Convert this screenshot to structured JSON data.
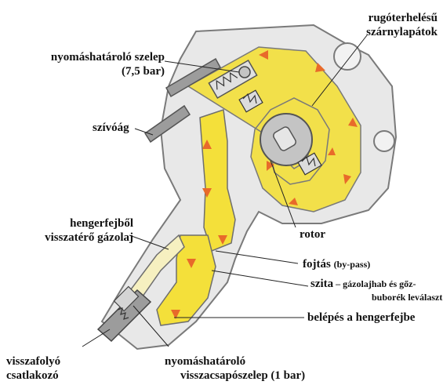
{
  "labels": {
    "spring_vanes": [
      "rugóterhelésű",
      "szárnylapátok"
    ],
    "pressure_valve": [
      "nyomáshatároló szelep",
      "(7,5 bar)"
    ],
    "suction": "szívóág",
    "return_from_head": [
      "hengerfejből",
      "visszatérő gázolaj"
    ],
    "rotor": "rotor",
    "bypass": {
      "main": "fojtás",
      "note": "(by-pass)"
    },
    "filter": {
      "main": "szita",
      "dash": " – ",
      "note_line1": "gázolajhab és gőz-",
      "note_line2": "buborék leválasztó"
    },
    "inlet": "belépés a hengerfejbe",
    "return_connector": [
      "visszafolyó",
      "csatlakozó"
    ],
    "check_valve": [
      "nyomáshatároló",
      "visszacsapószelep (1 bar)"
    ]
  },
  "colors": {
    "fuel_yellow": "#f4e03a",
    "housing_gray": "#e8e8e8",
    "line_gray": "#7a7a7a",
    "flow_arrow": "#e86a2a",
    "rotor_gray": "#b8b8b8"
  }
}
